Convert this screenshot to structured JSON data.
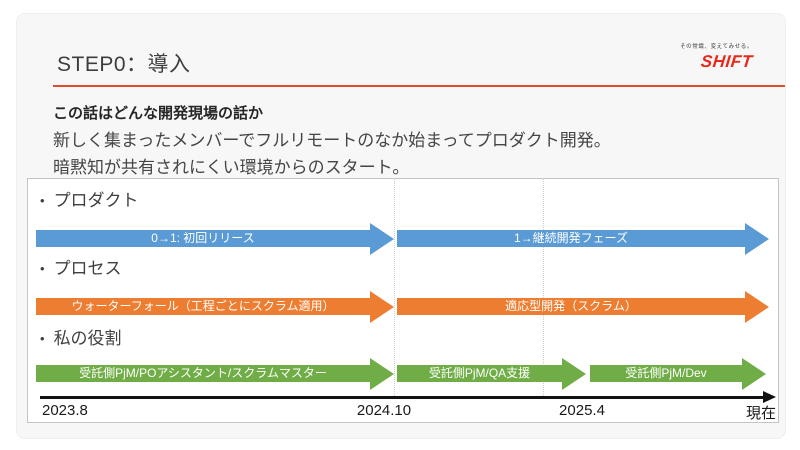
{
  "header": {
    "title": "STEP0：導入",
    "logo": {
      "tagline": "その常識、変えてみせる。",
      "brand": "SHIFT"
    }
  },
  "intro": {
    "heading": "この話はどんな開発現場の話か",
    "lines": [
      "新しく集まったメンバーでフルリモートのなか始まってプロダクト開発。",
      "暗黙知が共有されにくい環境からのスタート。"
    ]
  },
  "timeline": {
    "bullet": "•",
    "rows": [
      {
        "label": "プロダクト",
        "color": "#5B9BD5",
        "segments": [
          {
            "text": "0→1: 初回リリース"
          },
          {
            "text": "1→継続開発フェーズ"
          }
        ]
      },
      {
        "label": "プロセス",
        "color": "#ED7D31",
        "segments": [
          {
            "text": "ウォーターフォール（工程ごとにスクラム適用）"
          },
          {
            "text": "適応型開発（スクラム）"
          }
        ]
      },
      {
        "label": "私の役割",
        "color": "#70AD47",
        "segments": [
          {
            "text": "受託側PjM/POアシスタント/スクラムマスター"
          },
          {
            "text": "受託側PjM/QA支援"
          },
          {
            "text": "受託側PjM/Dev"
          }
        ]
      }
    ],
    "axis": {
      "ticks": [
        "2023.8",
        "2024.10",
        "2025.4",
        "現在"
      ]
    }
  },
  "colors": {
    "brand_red": "#E8291C",
    "divider_red": "#DF4B2E",
    "product_blue": "#5B9BD5",
    "process_orange": "#ED7D31",
    "role_green": "#70AD47"
  }
}
